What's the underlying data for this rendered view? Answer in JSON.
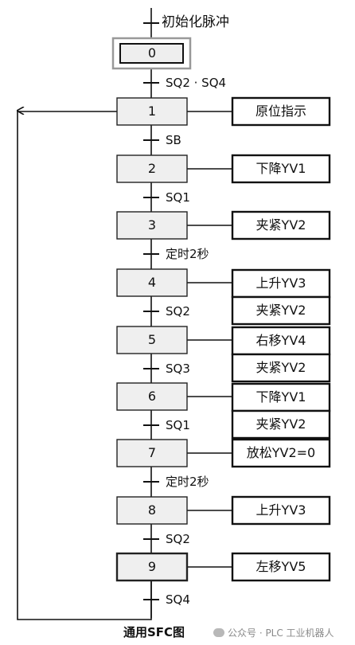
{
  "start_label": "初始化脉冲",
  "steps": [
    {
      "no": "0",
      "initial": true
    },
    {
      "no": "1"
    },
    {
      "no": "2"
    },
    {
      "no": "3"
    },
    {
      "no": "4"
    },
    {
      "no": "5"
    },
    {
      "no": "6"
    },
    {
      "no": "7"
    },
    {
      "no": "8"
    },
    {
      "no": "9"
    }
  ],
  "transitions": [
    "SQ2 · SQ4",
    "SB",
    "SQ1",
    "定时2秒",
    "SQ2",
    "SQ3",
    "SQ1",
    "定时2秒",
    "SQ2",
    "SQ4"
  ],
  "actions": [
    [
      "原位指示"
    ],
    [
      "下降YV1"
    ],
    [
      "夹紧YV2"
    ],
    [
      "上升YV3",
      "夹紧YV2"
    ],
    [
      "右移YV4",
      "夹紧YV2"
    ],
    [
      "下降YV1",
      "夹紧YV2"
    ],
    [
      "放松YV2=0"
    ],
    [
      "上升YV3"
    ],
    [
      "左移YV5"
    ]
  ],
  "caption": "通用SFC图",
  "watermark": "公众号 · PLC 工业机器人"
}
